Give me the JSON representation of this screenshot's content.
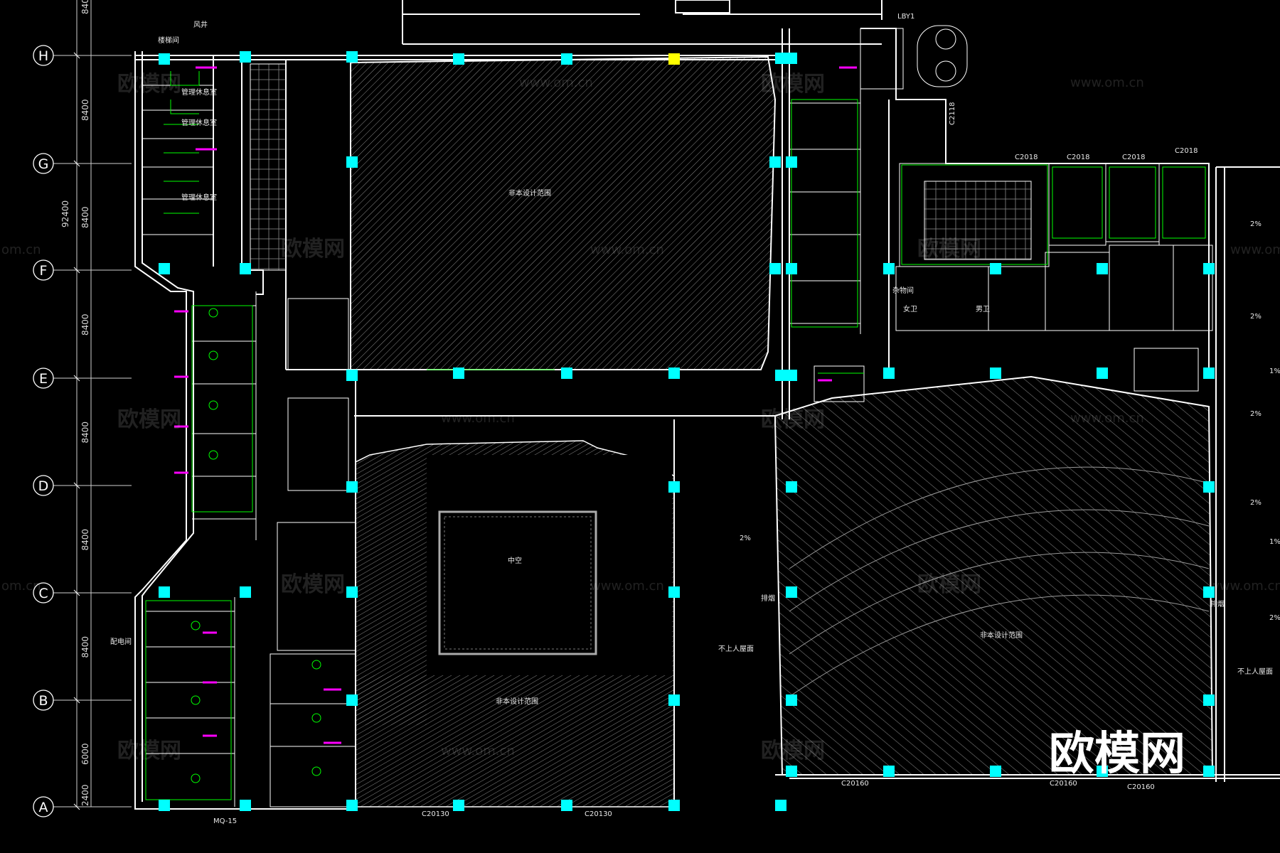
{
  "colors": {
    "background": "#000000",
    "wall": "#ffffff",
    "column": "#00ffff",
    "column_highlight": "#ffff00",
    "fixture": "#00ff00",
    "accent": "#ff00ff",
    "hatch": "#9a9a9a"
  },
  "axes": {
    "rows": [
      "H",
      "G",
      "F",
      "E",
      "D",
      "C",
      "B",
      "A"
    ],
    "spacings": [
      "8400",
      "8400",
      "8400",
      "8400",
      "8400",
      "8400",
      "6000",
      "2400"
    ],
    "top_partial": "840",
    "total": "92400"
  },
  "labels": {
    "lby": "LBY1",
    "window_c2118": "C2118",
    "window_c2018": [
      "C2018",
      "C2018",
      "C2018",
      "C2018"
    ],
    "window_c20130": [
      "C20130",
      "C20130"
    ],
    "window_c20160": [
      "C20160",
      "C20160",
      "C20160"
    ],
    "mq": "MQ-15",
    "slope": [
      "2%",
      "2%",
      "2%",
      "2%",
      "2%",
      "1%",
      "1%",
      "2%"
    ],
    "atrium": "中空",
    "no_access_roof": [
      "不上人屋面",
      "不上人屋面"
    ],
    "outside_design": [
      "非本设计范围",
      "非本设计范围",
      "非本设计范围"
    ],
    "distribution_room": "配电间",
    "exhaust": [
      "排烟",
      "排烟"
    ],
    "female_wc": "女卫",
    "male_wc": "男卫",
    "warehouse": "杂物间",
    "mgmt_rest": [
      "管理休息室",
      "管理休息室",
      "管理休息室"
    ],
    "stair_room": "楼梯间",
    "shaft": "风井"
  },
  "watermark": {
    "text": "欧模网",
    "url": "www.om.cn",
    "partial_url": "om.cn",
    "brand": "欧模网"
  }
}
